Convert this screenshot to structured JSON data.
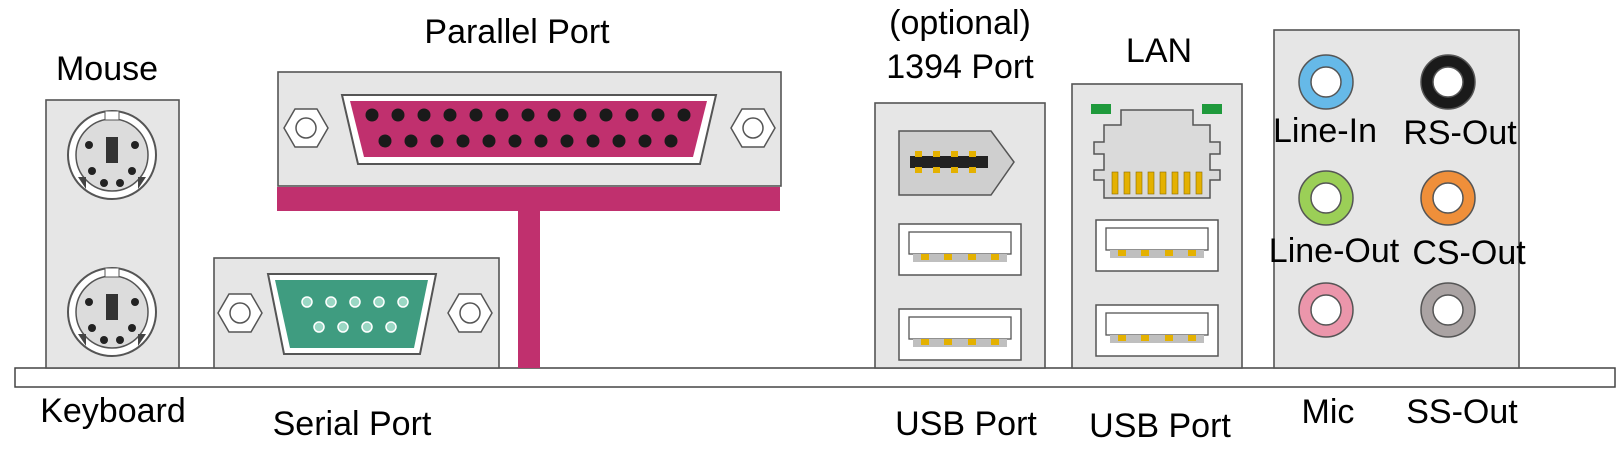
{
  "labels": {
    "mouse": "Mouse",
    "keyboard": "Keyboard",
    "parallel_port": "Parallel Port",
    "serial_port": "Serial Port",
    "optional": "(optional)",
    "port_1394": "1394 Port",
    "usb_port_left": "USB Port",
    "lan": "LAN",
    "usb_port_right": "USB Port",
    "line_in": "Line-In",
    "rs_out": "RS-Out",
    "line_out": "Line-Out",
    "cs_out": "CS-Out",
    "mic": "Mic",
    "ss_out": "SS-Out"
  },
  "colors": {
    "parallel": "#c0306e",
    "parallel_light": "#e8a7c8",
    "serial": "#3f9c80",
    "serial_light": "#9ad7c4",
    "line_in": "#66b9e8",
    "rs_out": "#1a1a1a",
    "line_out": "#9bcf57",
    "cs_out": "#ef8f3a",
    "mic": "#eb96ab",
    "ss_out": "#aaa3a3",
    "led": "#1f9a3c",
    "gold": "#e4b100"
  }
}
